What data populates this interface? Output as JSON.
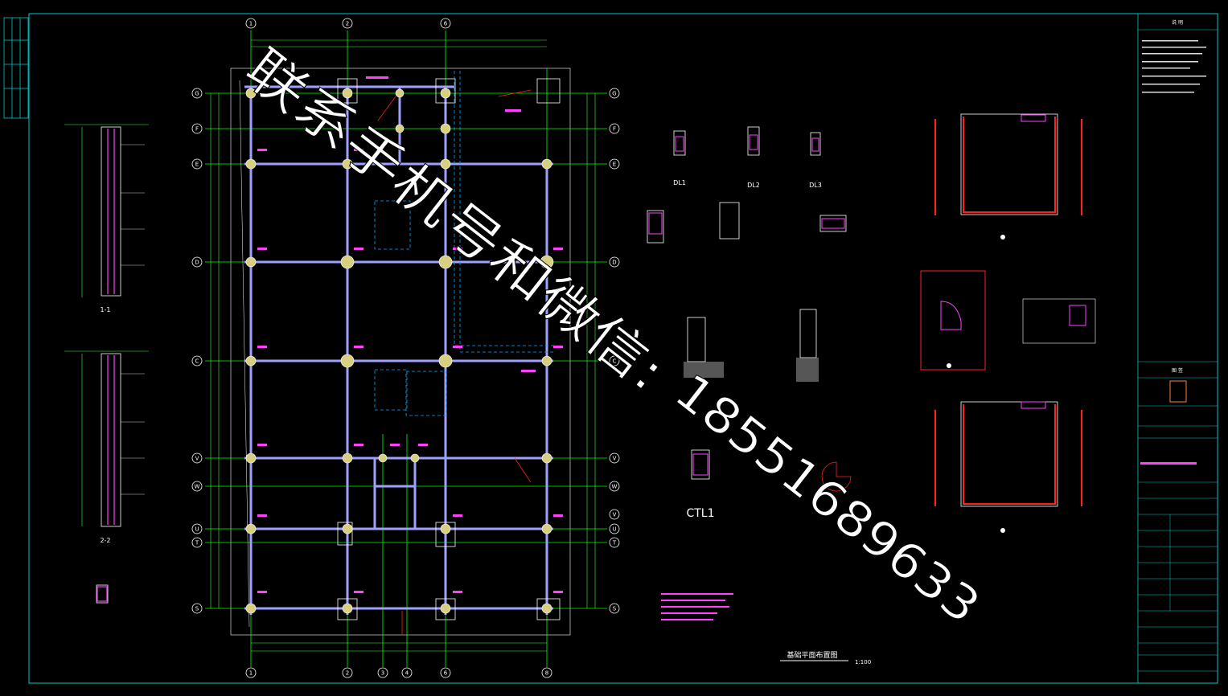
{
  "colors": {
    "background": "#000000",
    "frame": "#00c8c8",
    "grid_line": "#00ff00",
    "beam": "#a0a0ff",
    "column": "#e0e0a0",
    "rebar": "#ff2020",
    "annotation": "#ff40ff",
    "dim": "#40ff40",
    "watermark": "#ffffff"
  },
  "grid_axes": {
    "top": [
      "1",
      "2",
      "6"
    ],
    "bottom": [
      "1",
      "2",
      "3",
      "4",
      "6",
      "8"
    ],
    "left": [
      "G",
      "F",
      "E",
      "D",
      "C",
      "V",
      "W",
      "U",
      "T",
      "S"
    ],
    "right": [
      "G",
      "F",
      "E",
      "D",
      "C",
      "V",
      "W",
      "V",
      "U",
      "T",
      "S"
    ]
  },
  "labels": {
    "section_1": "1-1",
    "section_2": "2-2",
    "detail_dl1": "DL1",
    "detail_dl2": "DL2",
    "detail_dl3": "DL3",
    "detail_ctl1": "CTL1",
    "plan_title": "基础平面布置图",
    "plan_scale": "1:100",
    "notes_header": "说 明",
    "title_block_header": "图 签"
  },
  "watermark": {
    "line1": "联系手机号和微信:",
    "line2": "18551689633"
  }
}
